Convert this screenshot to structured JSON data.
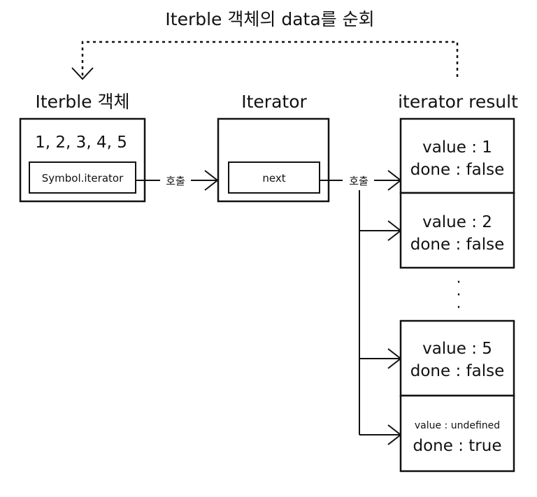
{
  "title": "Iterble 객체의 data를 순회",
  "iterable": {
    "heading": "Iterble 객체",
    "values": "1, 2, 3, 4, 5",
    "method": "Symbol.iterator"
  },
  "iterator": {
    "heading": "Iterator",
    "method": "next"
  },
  "call_label": "호출",
  "results": {
    "heading": "iterator result",
    "items": [
      {
        "value": "value : 1",
        "done": "done : false"
      },
      {
        "value": "value : 2",
        "done": "done : false"
      },
      {
        "value": "value : 5",
        "done": "done : false"
      },
      {
        "value": "value : undefined",
        "done": "done : true"
      }
    ]
  },
  "ellipsis_dot": "·"
}
